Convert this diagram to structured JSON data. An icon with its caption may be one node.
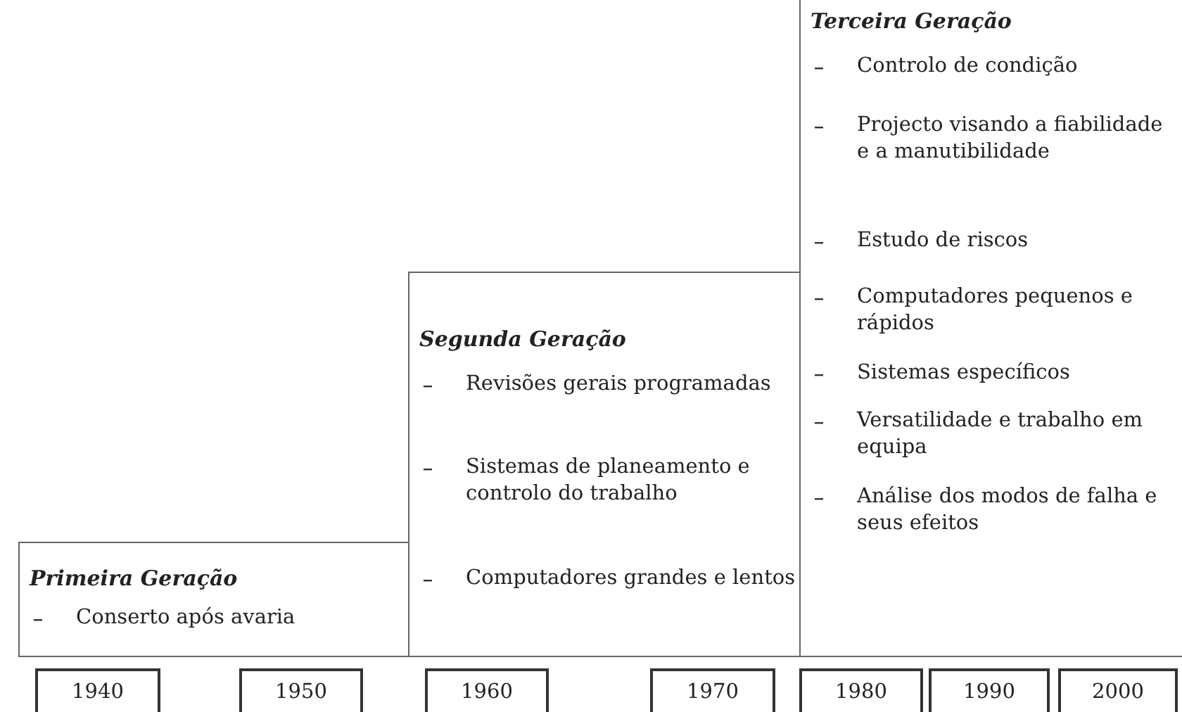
{
  "diagram": {
    "nodes": [
      {
        "text": [
          "Primeira Geração",
          "Conserto após avaria"
        ]
      },
      {
        "text": [
          "Segunda Geração",
          "Revisões gerais programadas",
          "Sistemas de planeamento e controlo do trabalho",
          "Computadores grandes e lentos"
        ]
      },
      {
        "text": [
          "Terceira Geração",
          "Controlo de condição",
          "Projecto visando a fiabilidade e a manutibilidade",
          "Estudo de riscos",
          "Computadores pequenos e rápidos",
          "Sistemas específicos",
          "Versatilidade e trabalho em equipa",
          "Análise dos modos de falha e seus efeitos"
        ]
      },
      {
        "text": [
          "1940"
        ]
      },
      {
        "text": [
          "1950"
        ]
      },
      {
        "text": [
          "1960"
        ]
      },
      {
        "text": [
          "1970"
        ]
      },
      {
        "text": [
          "1980"
        ]
      },
      {
        "text": [
          "1990"
        ]
      },
      {
        "text": [
          "2000"
        ]
      }
    ]
  }
}
